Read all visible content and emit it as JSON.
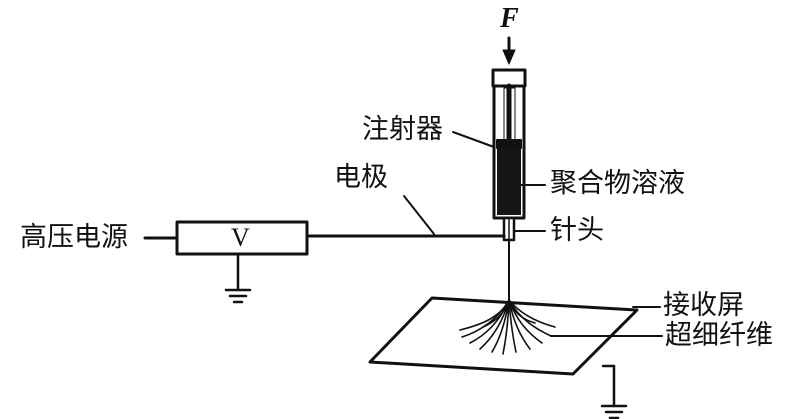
{
  "labels": {
    "force": "F",
    "syringe": "注射器",
    "electrode": "电极",
    "polymer_solution": "聚合物溶液",
    "needle": "针头",
    "power_supply": "高压电源",
    "voltmeter": "V",
    "collector_screen": "接收屏",
    "ultrafine_fiber": "超细纤维"
  },
  "colors": {
    "ink": "#111111",
    "background": "#ffffff"
  }
}
